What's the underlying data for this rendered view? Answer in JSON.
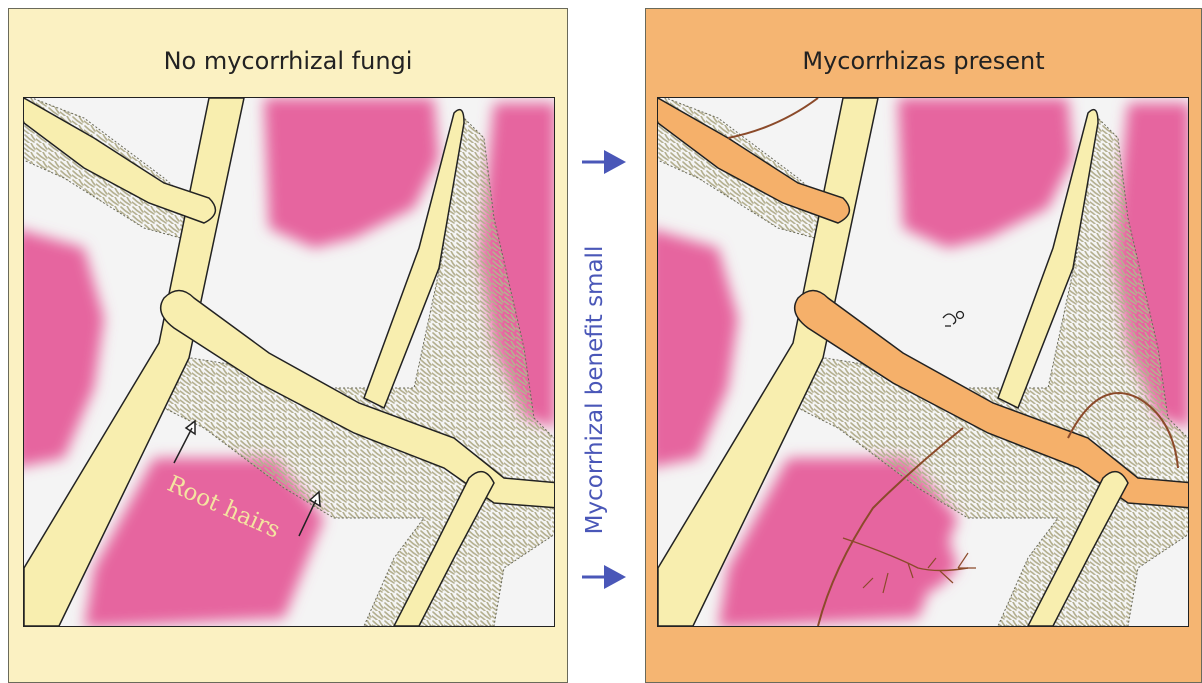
{
  "panels": {
    "left": {
      "title": "No mycorrhizal fungi",
      "background": "#fbf1c2",
      "root_color": "#f8eeaf"
    },
    "right": {
      "title": "Mycorrhizas present",
      "background": "#f5b572",
      "root_color": "#f5b06a"
    }
  },
  "labels": {
    "root_hairs": "Root hairs",
    "benefit": "Mycorrhizal benefit small"
  },
  "colors": {
    "soil_patch": "#e6659f",
    "depletion_zone": "#f4f4f4",
    "root_hair": "#b4b090",
    "hypha": "#8b4a2a",
    "arrow": "#4a57b8"
  },
  "icons": {
    "left_arrows": "arrow-right-icon",
    "pointer_arrows": "arrow-up-right-icon",
    "phosphate_mark": "phosphate-icon"
  }
}
